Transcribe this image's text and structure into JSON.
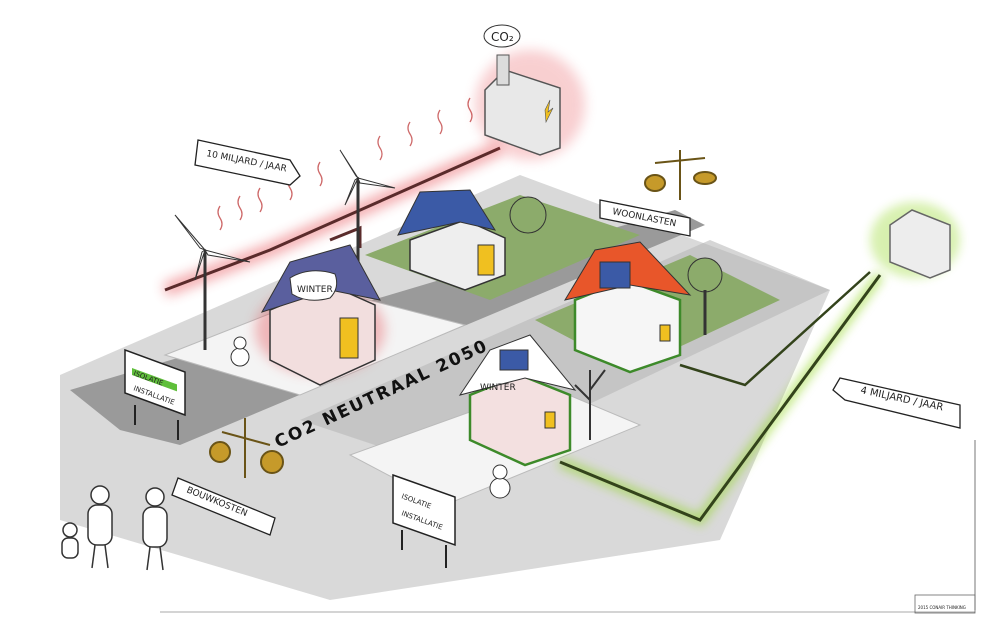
{
  "labels": {
    "co2": "CO₂",
    "road": "CO2 NEUTRAAL 2050",
    "cost_high": "10 MILJARD / JAAR",
    "cost_low": "4 MILJARD / JAAR",
    "woonlasten": "WOONLASTEN",
    "bouwkosten": "BOUWKOSTEN",
    "winter_left": "WINTER",
    "winter_right": "WINTER",
    "sign_isolatie": "ISOLATIE",
    "sign_installatie": "INSTALLATIE",
    "signature": "2015 CONAIR THINKING"
  },
  "colors": {
    "road": "#9b9b9b",
    "bad_glow": "#e5434a",
    "good_glow": "#8fd61f",
    "roof_red": "#e8562a",
    "solar": "#3b5aa6"
  }
}
